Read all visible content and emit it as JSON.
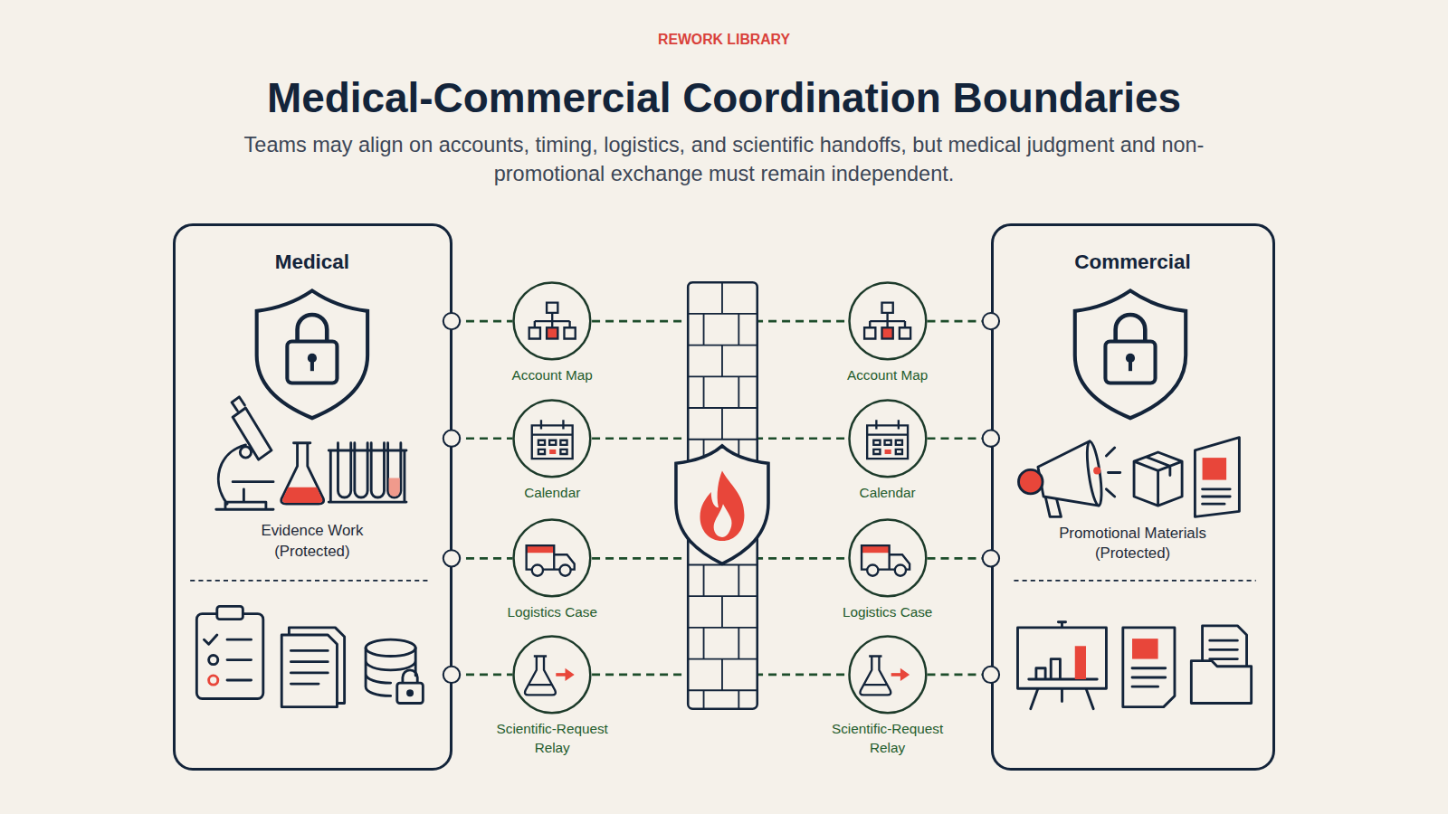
{
  "diagram": {
    "title": "Medical-Commercial Coordination Boundaries",
    "caption": "Teams may align on accounts, timing, logistics, and scientific handoffs, but medical judgment and non-promotional exchange must remain independent.",
    "nodes": [
      {
        "text": [
          "Medical",
          "Evidence Work (Protected)"
        ]
      },
      {
        "text": [
          "Account Map"
        ]
      },
      {
        "text": [
          "Calendar"
        ]
      },
      {
        "text": [
          "Logistics Case"
        ]
      },
      {
        "text": [
          "Scientific-Request Relay"
        ]
      },
      {
        "text": [
          "Account Map"
        ]
      },
      {
        "text": [
          "Calendar"
        ]
      },
      {
        "text": [
          "Logistics Case"
        ]
      },
      {
        "text": [
          "Scientific-Request Relay"
        ]
      },
      {
        "text": [
          "Commercial",
          "Promotional Materials (Protected)"
        ]
      }
    ],
    "edges": [
      {
        "from": 0,
        "to": 1,
        "arrow": "none"
      },
      {
        "from": 1,
        "to": 5,
        "arrow": "none"
      },
      {
        "from": 5,
        "to": 9,
        "arrow": "none"
      },
      {
        "from": 0,
        "to": 2,
        "arrow": "none"
      },
      {
        "from": 2,
        "to": 6,
        "arrow": "none"
      },
      {
        "from": 6,
        "to": 9,
        "arrow": "none"
      },
      {
        "from": 0,
        "to": 3,
        "arrow": "none"
      },
      {
        "from": 3,
        "to": 7,
        "arrow": "none"
      },
      {
        "from": 7,
        "to": 9,
        "arrow": "none"
      },
      {
        "from": 0,
        "to": 4,
        "arrow": "none"
      },
      {
        "from": 4,
        "to": 8,
        "arrow": "none"
      },
      {
        "from": 8,
        "to": 9,
        "arrow": "none"
      }
    ],
    "labels": [
      "REWORK LIBRARY"
    ]
  }
}
